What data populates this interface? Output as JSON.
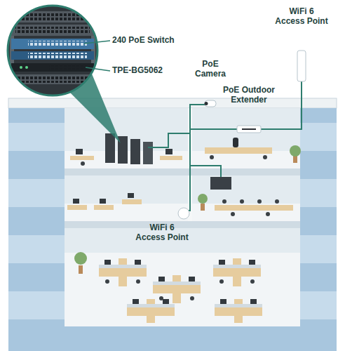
{
  "diagram": {
    "labels": [
      "240 PoE Switch",
      "PoE Camera",
      "WiFi 6 Access Point",
      "TPE-BG5062",
      "PoE Outdoor Extender",
      "WiFi 6 Access Point"
    ]
  }
}
